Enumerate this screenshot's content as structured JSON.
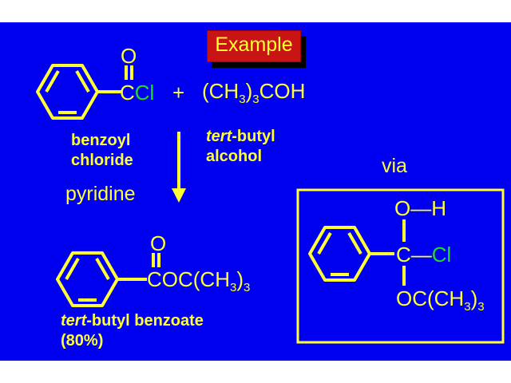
{
  "title": "Example",
  "reactant1": {
    "carbonyl_o": "O",
    "carbon": "C",
    "chlorine": "Cl",
    "name_line1": "benzoyl",
    "name_line2": "chloride"
  },
  "plus": "+",
  "reactant2": {
    "formula_a": "(CH",
    "formula_sub1": "3",
    "formula_b": ")",
    "formula_sub2": "3",
    "formula_c": "COH",
    "name_prefix": "tert",
    "name_line1_rest": "-butyl",
    "name_line2": "alcohol"
  },
  "reagent": "pyridine",
  "product": {
    "carbonyl_o": "O",
    "formula_a": "COC(CH",
    "formula_sub1": "3",
    "formula_b": ")",
    "formula_sub2": "3",
    "name_prefix": "tert",
    "name_rest": "-butyl benzoate",
    "yield": "(80%)"
  },
  "via_label": "via",
  "intermediate": {
    "o_h": "O—H",
    "carbon": "C",
    "bond": "—",
    "chlorine": "Cl",
    "formula_a": "OC(CH",
    "formula_sub1": "3",
    "formula_b": ")",
    "formula_sub2": "3"
  },
  "colors": {
    "background": "#0000f0",
    "text": "#ffff33",
    "chlorine": "#22dd22",
    "title_box": "#c81414"
  }
}
